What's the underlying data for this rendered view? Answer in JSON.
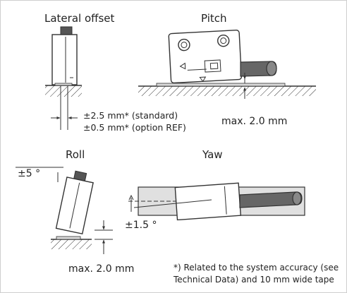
{
  "panels": {
    "lateral_offset": {
      "title": "Lateral offset",
      "tolerance_standard": "±2.5 mm* (standard)",
      "tolerance_option": "±0.5 mm* (option REF)"
    },
    "pitch": {
      "title": "Pitch",
      "max": "max. 2.0 mm"
    },
    "roll": {
      "title": "Roll",
      "angle": "±5 °",
      "max": "max. 2.0 mm"
    },
    "yaw": {
      "title": "Yaw",
      "angle": "±1.5 °"
    }
  },
  "footnote": {
    "line1": "*) Related to the system accuracy (see",
    "line2": "Technical Data) and 10 mm wide tape"
  },
  "colors": {
    "line": "#333333",
    "tape_fill": "#d9d9d9",
    "sensor_fill": "#ffffff",
    "cap_fill": "#555555",
    "frame_border": "#cfcfcf"
  }
}
